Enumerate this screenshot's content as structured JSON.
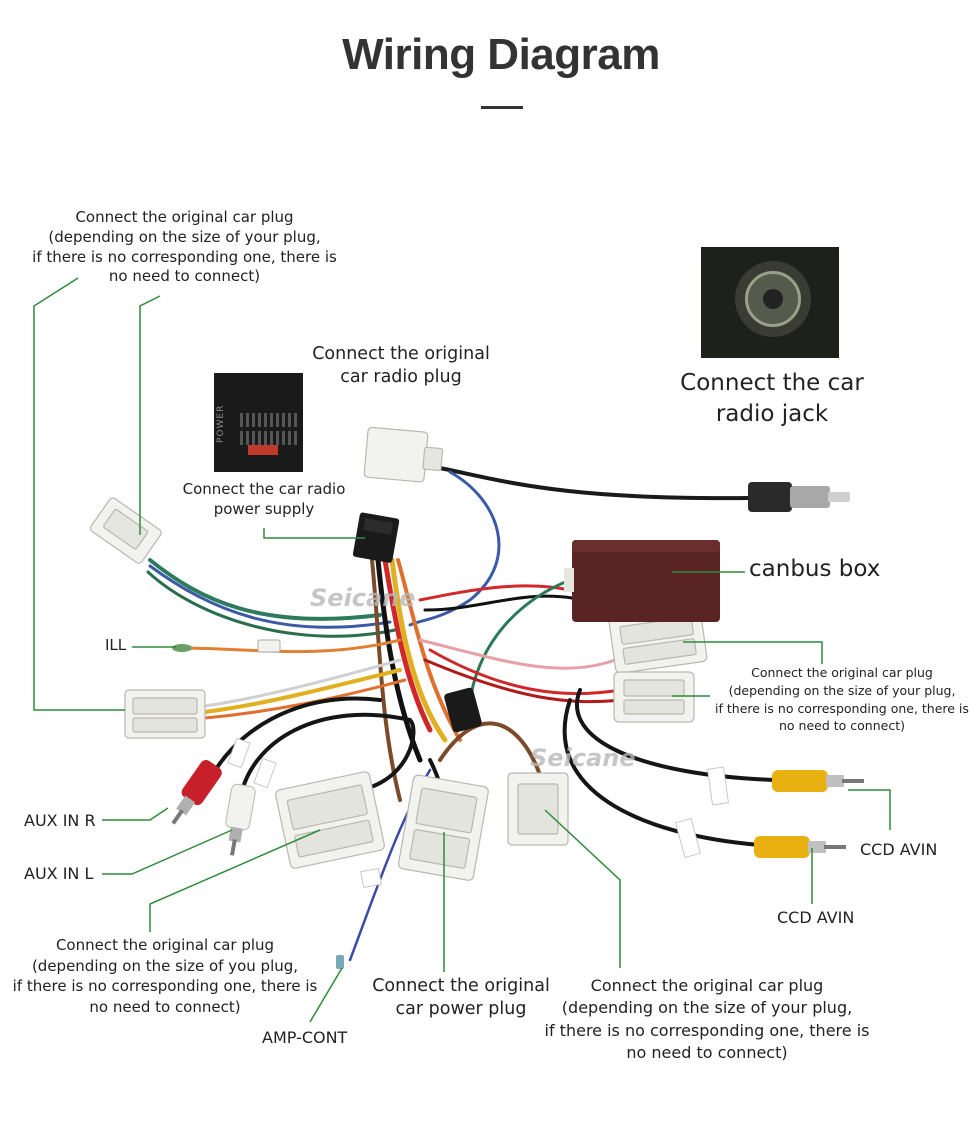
{
  "title": "Wiring Diagram",
  "watermark": "Seicane",
  "labels": {
    "top_left_plug": [
      "Connect the original car plug",
      "(depending on the size of your plug,",
      "if there is no corresponding one, there is",
      "no need to connect)"
    ],
    "radio_plug": [
      "Connect the original",
      "car radio plug"
    ],
    "radio_jack": [
      "Connect the car",
      "radio jack"
    ],
    "power_supply": [
      "Connect the car radio",
      "power supply"
    ],
    "canbus_box": "canbus box",
    "ill": "ILL",
    "right_plug": [
      "Connect the original car plug",
      "(depending on the size of your plug,",
      "if there is no corresponding one, there is",
      "no need to connect)"
    ],
    "aux_in_r": "AUX IN R",
    "aux_in_l": "AUX IN L",
    "ccd_avin_1": "CCD AVIN",
    "ccd_avin_2": "CCD AVIN",
    "bottom_left_plug": [
      "Connect the original car plug",
      "(depending on the size of you plug,",
      "if there is no corresponding one, there is",
      "no need to connect)"
    ],
    "power_plug": [
      "Connect the original",
      "car power plug"
    ],
    "bottom_right_plug": [
      "Connect the original car plug",
      "(depending on the size of your plug,",
      "if there is no corresponding one, there is",
      "no need to connect)"
    ],
    "amp_cont": "AMP-CONT"
  },
  "inset_text": {
    "power": "POWER"
  },
  "colors": {
    "leader_line": "#2e8b3a",
    "title": "#333333",
    "connector_white": "#f2f2ee",
    "canbus_box": "#5a2424",
    "rca_red": "#c8202a",
    "rca_yellow": "#e8b010"
  }
}
